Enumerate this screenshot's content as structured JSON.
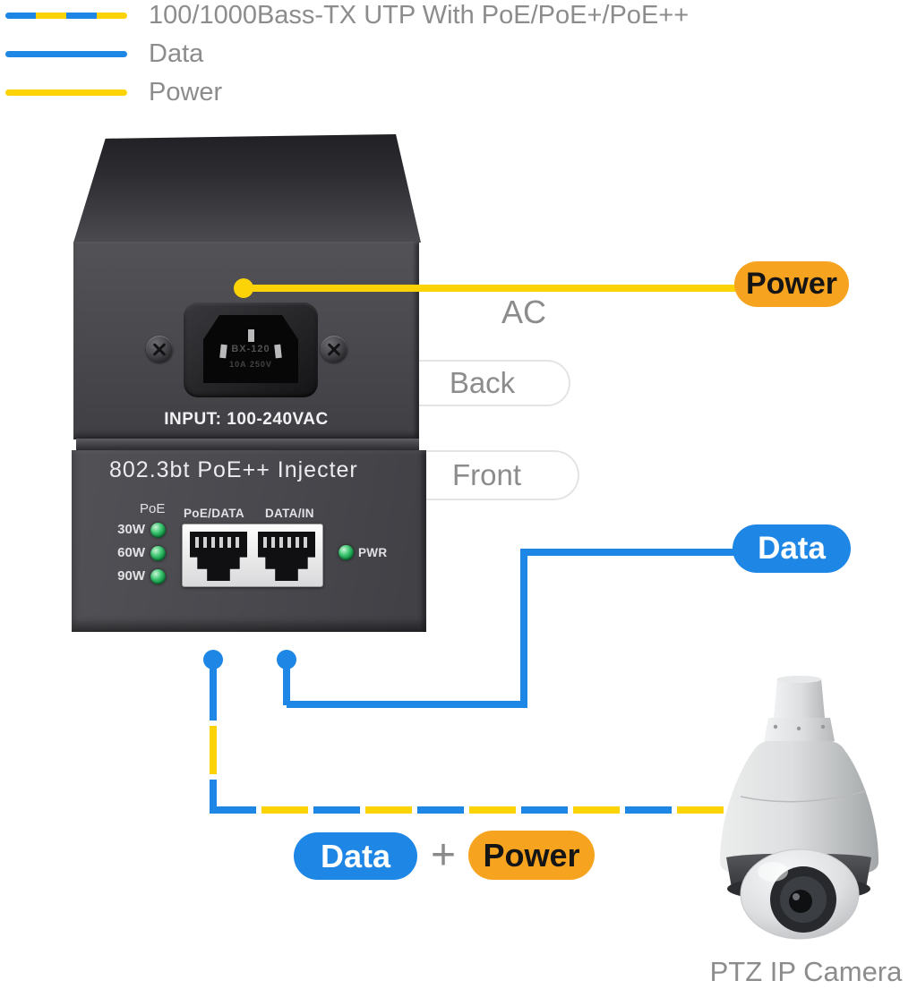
{
  "legend": {
    "items": [
      {
        "label": "100/1000Bass-TX UTP With PoE/PoE+/PoE++",
        "line": "data-power-dashed"
      },
      {
        "label": "Data",
        "line": "data"
      },
      {
        "label": "Power",
        "line": "power"
      }
    ]
  },
  "colors": {
    "data_blue": "#1E87E5",
    "power_yellow": "#FBD307",
    "power_orange": "#F6A41F",
    "label_gray": "#8C8C8C"
  },
  "device": {
    "back": {
      "input_label": "INPUT: 100-240VAC",
      "socket_markings": [
        "BX-120",
        "10A 250V"
      ]
    },
    "front": {
      "title": "802.3bt PoE++ Injecter",
      "poe_label": "PoE",
      "led_labels": [
        "30W",
        "60W",
        "90W"
      ],
      "port_labels": [
        "PoE/DATA",
        "DATA/IN"
      ],
      "pwr_label": "PWR"
    }
  },
  "annotations": {
    "power_badge": "Power",
    "ac_label": "AC",
    "back_pill": "Back",
    "front_pill": "Front",
    "data_badge": "Data",
    "bottom_data_badge": "Data",
    "plus": "+",
    "bottom_power_badge": "Power",
    "camera_label": "PTZ IP Camera"
  }
}
